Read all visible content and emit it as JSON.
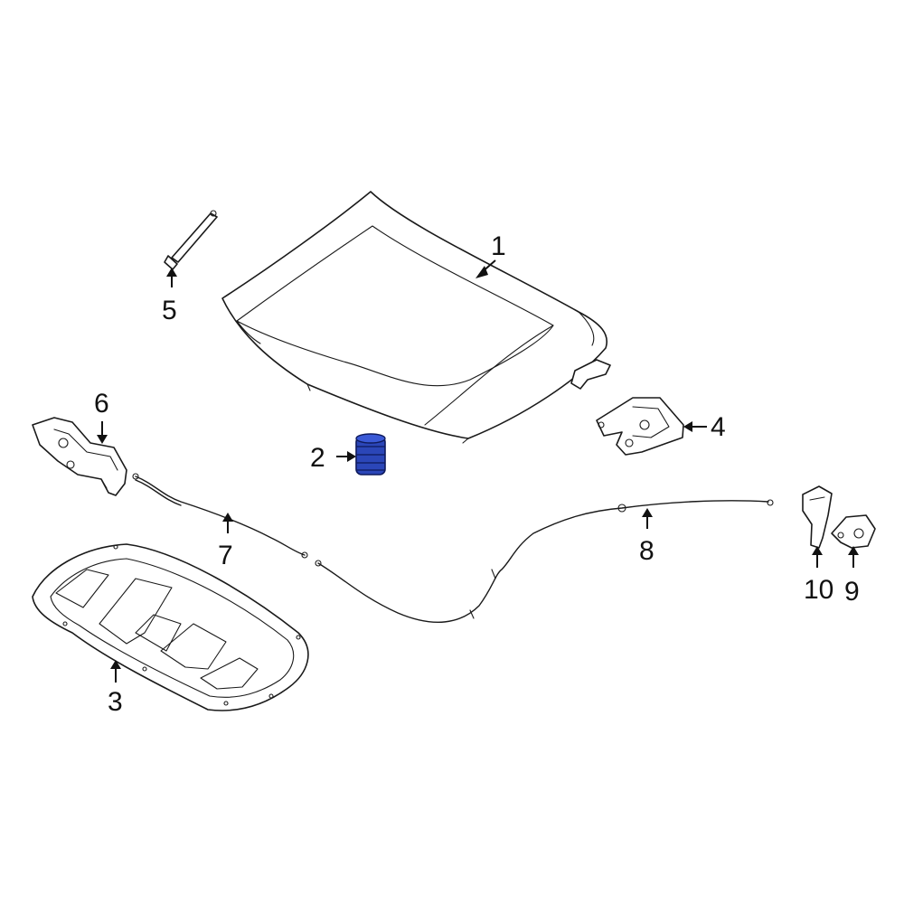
{
  "diagram": {
    "highlight_color": "#2b46b8",
    "line_color": "#1a1a1a",
    "callouts": [
      {
        "id": "1",
        "label": "1"
      },
      {
        "id": "2",
        "label": "2"
      },
      {
        "id": "3",
        "label": "3"
      },
      {
        "id": "4",
        "label": "4"
      },
      {
        "id": "5",
        "label": "5"
      },
      {
        "id": "6",
        "label": "6"
      },
      {
        "id": "7",
        "label": "7"
      },
      {
        "id": "8",
        "label": "8"
      },
      {
        "id": "9",
        "label": "9"
      },
      {
        "id": "10",
        "label": "10"
      }
    ]
  }
}
